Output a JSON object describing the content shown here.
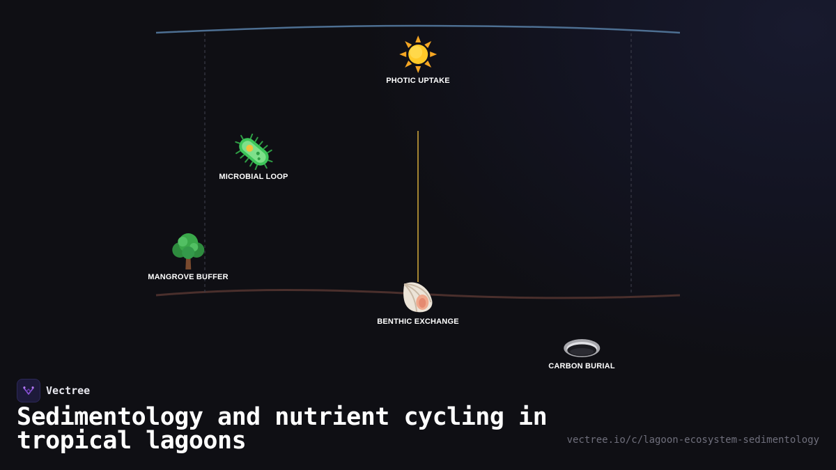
{
  "diagram": {
    "nodes": [
      {
        "id": "photic",
        "icon": "sun-icon",
        "label": "PHOTIC UPTAKE"
      },
      {
        "id": "microbial",
        "icon": "microbe-icon",
        "label": "MICROBIAL LOOP"
      },
      {
        "id": "mangrove",
        "icon": "tree-icon",
        "label": "MANGROVE BUFFER"
      },
      {
        "id": "benthic",
        "icon": "shell-icon",
        "label": "BENTHIC EXCHANGE"
      },
      {
        "id": "burial",
        "icon": "hole-icon",
        "label": "CARBON BURIAL"
      }
    ],
    "colors": {
      "surface_line": "#4d6f92",
      "sediment_line": "#4a2f2c",
      "vertical_flux": "#c9a23a",
      "guide_lines": "#3a3b48",
      "background": "#0f0f14"
    }
  },
  "brand": {
    "name": "Vectree",
    "logo_icon": "vectree-logo-icon",
    "logo_color": "#8a52d6"
  },
  "title": "Sedimentology and nutrient cycling in tropical lagoons",
  "url": "vectree.io/c/lagoon-ecosystem-sedimentology"
}
